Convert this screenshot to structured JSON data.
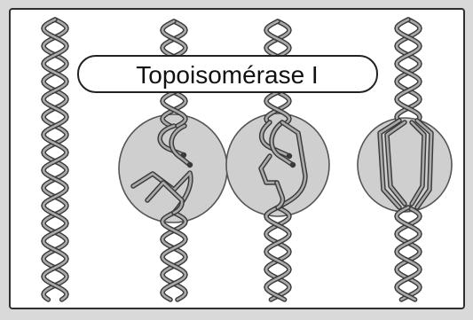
{
  "diagram": {
    "title": "Topoisomérase I",
    "colors": {
      "page_background": "#d9d9d9",
      "panel_background": "#ffffff",
      "panel_border": "#2f2f2f",
      "enzyme_fill": "#cfcfcf",
      "enzyme_stroke": "#555555",
      "strand_outline": "#3a3a3a",
      "strand_fill": "#ababab",
      "label_box_fill": "#ffffff",
      "label_box_stroke": "#222222"
    },
    "stages": [
      {
        "name": "relaxed-duplex",
        "enzyme": false
      },
      {
        "name": "strand-cut",
        "enzyme": true
      },
      {
        "name": "strand-passage",
        "enzyme": true
      },
      {
        "name": "religated-loop",
        "enzyme": true
      }
    ]
  }
}
